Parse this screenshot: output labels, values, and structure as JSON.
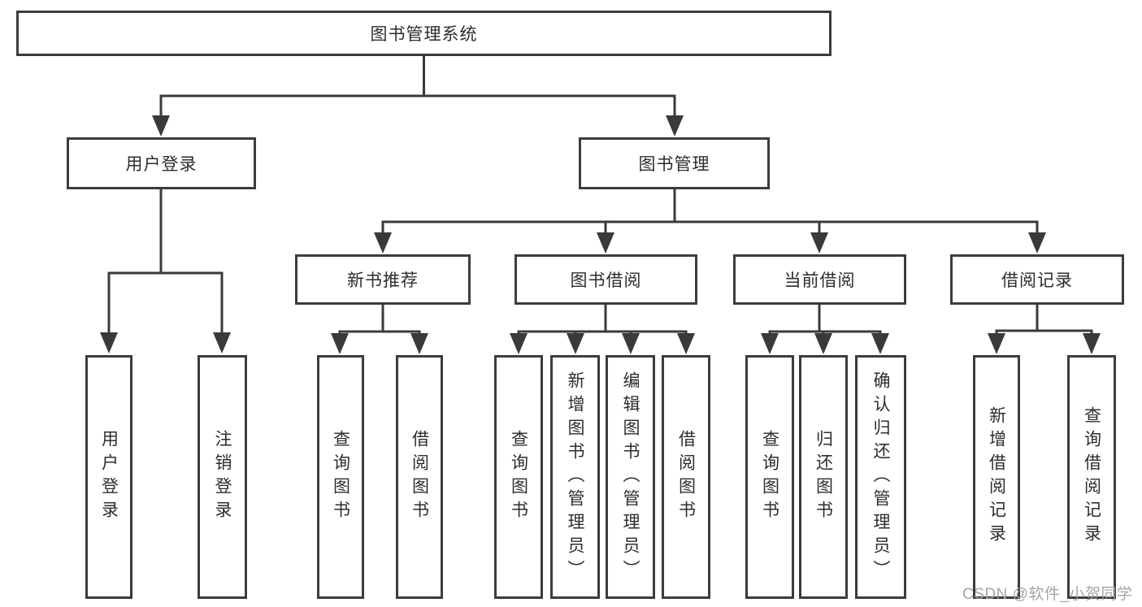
{
  "diagram": {
    "type": "hierarchy-tree",
    "title": "图书管理系统",
    "watermark": "CSDN @软件_小贺同学",
    "colors": {
      "line": "#3a3a3a",
      "border": "#3c3c3c",
      "text": "#2d2d2d",
      "watermark": "#9e9e9e",
      "background": "#ffffff"
    },
    "nodes": {
      "root": {
        "label": "图书管理系统"
      },
      "user_login": {
        "label": "用户登录"
      },
      "book_mgmt": {
        "label": "图书管理"
      },
      "new_book_rec": {
        "label": "新书推荐"
      },
      "book_borrow": {
        "label": "图书借阅"
      },
      "current_borrow": {
        "label": "当前借阅"
      },
      "borrow_record": {
        "label": "借阅记录"
      },
      "leaf_user_login": {
        "label": "用户登录"
      },
      "leaf_logout": {
        "label": "注销登录"
      },
      "leaf_nb_query": {
        "label": "查询图书"
      },
      "leaf_nb_borrow": {
        "label": "借阅图书"
      },
      "leaf_bb_query": {
        "label": "查询图书"
      },
      "leaf_bb_add": {
        "label": "新增图书（管理员）"
      },
      "leaf_bb_edit": {
        "label": "编辑图书（管理员）"
      },
      "leaf_bb_borrow": {
        "label": "借阅图书"
      },
      "leaf_cb_query": {
        "label": "查询图书"
      },
      "leaf_cb_return": {
        "label": "归还图书"
      },
      "leaf_cb_confirm": {
        "label": "确认归还（管理员）"
      },
      "leaf_br_add": {
        "label": "新增借阅记录"
      },
      "leaf_br_query": {
        "label": "查询借阅记录"
      }
    },
    "hierarchy": {
      "图书管理系统": {
        "用户登录": [
          "用户登录",
          "注销登录"
        ],
        "图书管理": {
          "新书推荐": [
            "查询图书",
            "借阅图书"
          ],
          "图书借阅": [
            "查询图书",
            "新增图书（管理员）",
            "编辑图书（管理员）",
            "借阅图书"
          ],
          "当前借阅": [
            "查询图书",
            "归还图书",
            "确认归还（管理员）"
          ],
          "借阅记录": [
            "新增借阅记录",
            "查询借阅记录"
          ]
        }
      }
    }
  }
}
